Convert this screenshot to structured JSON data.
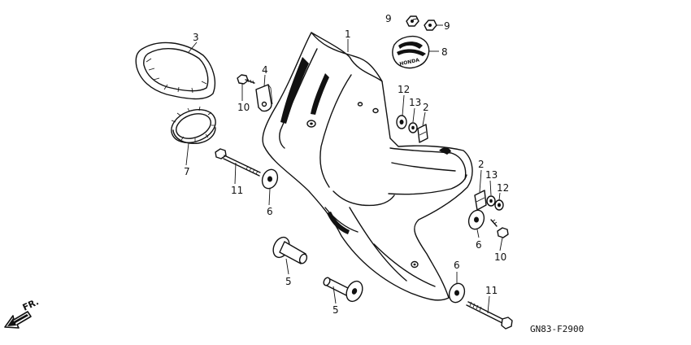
{
  "callouts": {
    "c1": "1",
    "c2a": "2",
    "c2b": "2",
    "c3": "3",
    "c4": "4",
    "c5a": "5",
    "c5b": "5",
    "c6a": "6",
    "c6b": "6",
    "c6c": "6",
    "c7": "7",
    "c8": "8",
    "c9a": "9",
    "c9b": "9",
    "c10a": "10",
    "c10b": "10",
    "c11a": "11",
    "c11b": "11",
    "c12a": "12",
    "c12b": "12",
    "c13a": "13",
    "c13b": "13"
  },
  "direction_label": "FR.",
  "emblem_text": "HONDA",
  "diagram_code": "GN83-F2900"
}
